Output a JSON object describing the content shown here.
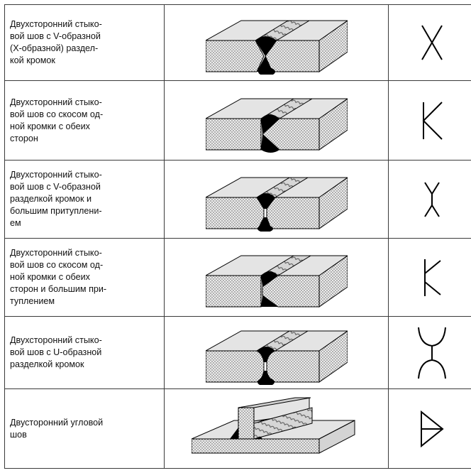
{
  "rows": [
    {
      "description": "Двухсторонний стыко-\nвой шов с V-образной\n(Х-образной) раздел-\nкой кромок",
      "joint": "x-groove-joint",
      "symbol": "x-groove-symbol-icon"
    },
    {
      "description": "Двухсторонний стыко-\nвой шов со скосом од-\nной кромки с обеих\nсторон",
      "joint": "k-bevel-joint",
      "symbol": "k-bevel-symbol-icon"
    },
    {
      "description": "Двухсторонний стыко-\nвой шов с V-образной\nразделкой кромок и\nбольшим притуплени-\nем",
      "joint": "double-y-joint",
      "symbol": "double-y-symbol-icon"
    },
    {
      "description": "Двухсторонний стыко-\nвой шов со скосом од-\nной кромки с обеих\nсторон и большим при-\nтуплением",
      "joint": "k-bevel-root-face-joint",
      "symbol": "k-bevel-root-face-symbol-icon"
    },
    {
      "description": "Двухсторонний стыко-\nвой шов с U-образной\nразделкой кромок",
      "joint": "double-u-joint",
      "symbol": "double-u-symbol-icon"
    },
    {
      "description": "Двусторонний угловой\nшов",
      "joint": "double-fillet-t-joint",
      "symbol": "double-fillet-symbol-icon"
    }
  ],
  "colors": {
    "plate_top": "#e6e6e6",
    "plate_side": "#cfcfcf",
    "weld_dark": "#000000",
    "line": "#000000",
    "border": "#3a3a3a"
  }
}
